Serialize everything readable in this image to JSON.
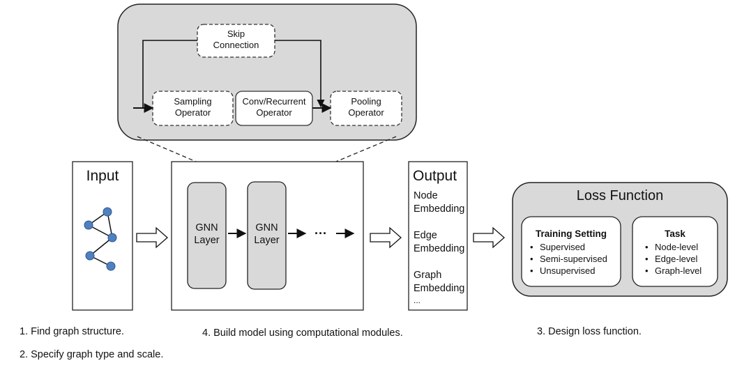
{
  "module": {
    "skip": [
      "Skip",
      "Connection"
    ],
    "sampling": [
      "Sampling",
      "Operator"
    ],
    "conv": [
      "Conv/Recurrent",
      "Operator"
    ],
    "pooling": [
      "Pooling",
      "Operator"
    ]
  },
  "input": {
    "title": "Input"
  },
  "model": {
    "layer1": [
      "GNN",
      "Layer"
    ],
    "layer2": [
      "GNN",
      "Layer"
    ],
    "ellipsis": "···"
  },
  "output": {
    "title": "Output",
    "items": [
      "Node",
      "Embedding",
      "Edge",
      "Embedding",
      "Graph",
      "Embedding",
      "..."
    ]
  },
  "loss": {
    "title": "Loss Function",
    "training": {
      "title": "Training Setting",
      "items": [
        "Supervised",
        "Semi-supervised",
        "Unsupervised"
      ]
    },
    "task": {
      "title": "Task",
      "items": [
        "Node-level",
        "Edge-level",
        "Graph-level"
      ]
    }
  },
  "steps": {
    "s1": "1. Find graph structure.",
    "s2": "2. Specify graph type and scale.",
    "s3": "3. Design loss function.",
    "s4": "4. Build model using computational modules."
  },
  "colors": {
    "node": "#4f81bd",
    "node_stroke": "#2f5597",
    "gray_fill": "#d9d9d9",
    "stroke": "#222222"
  }
}
